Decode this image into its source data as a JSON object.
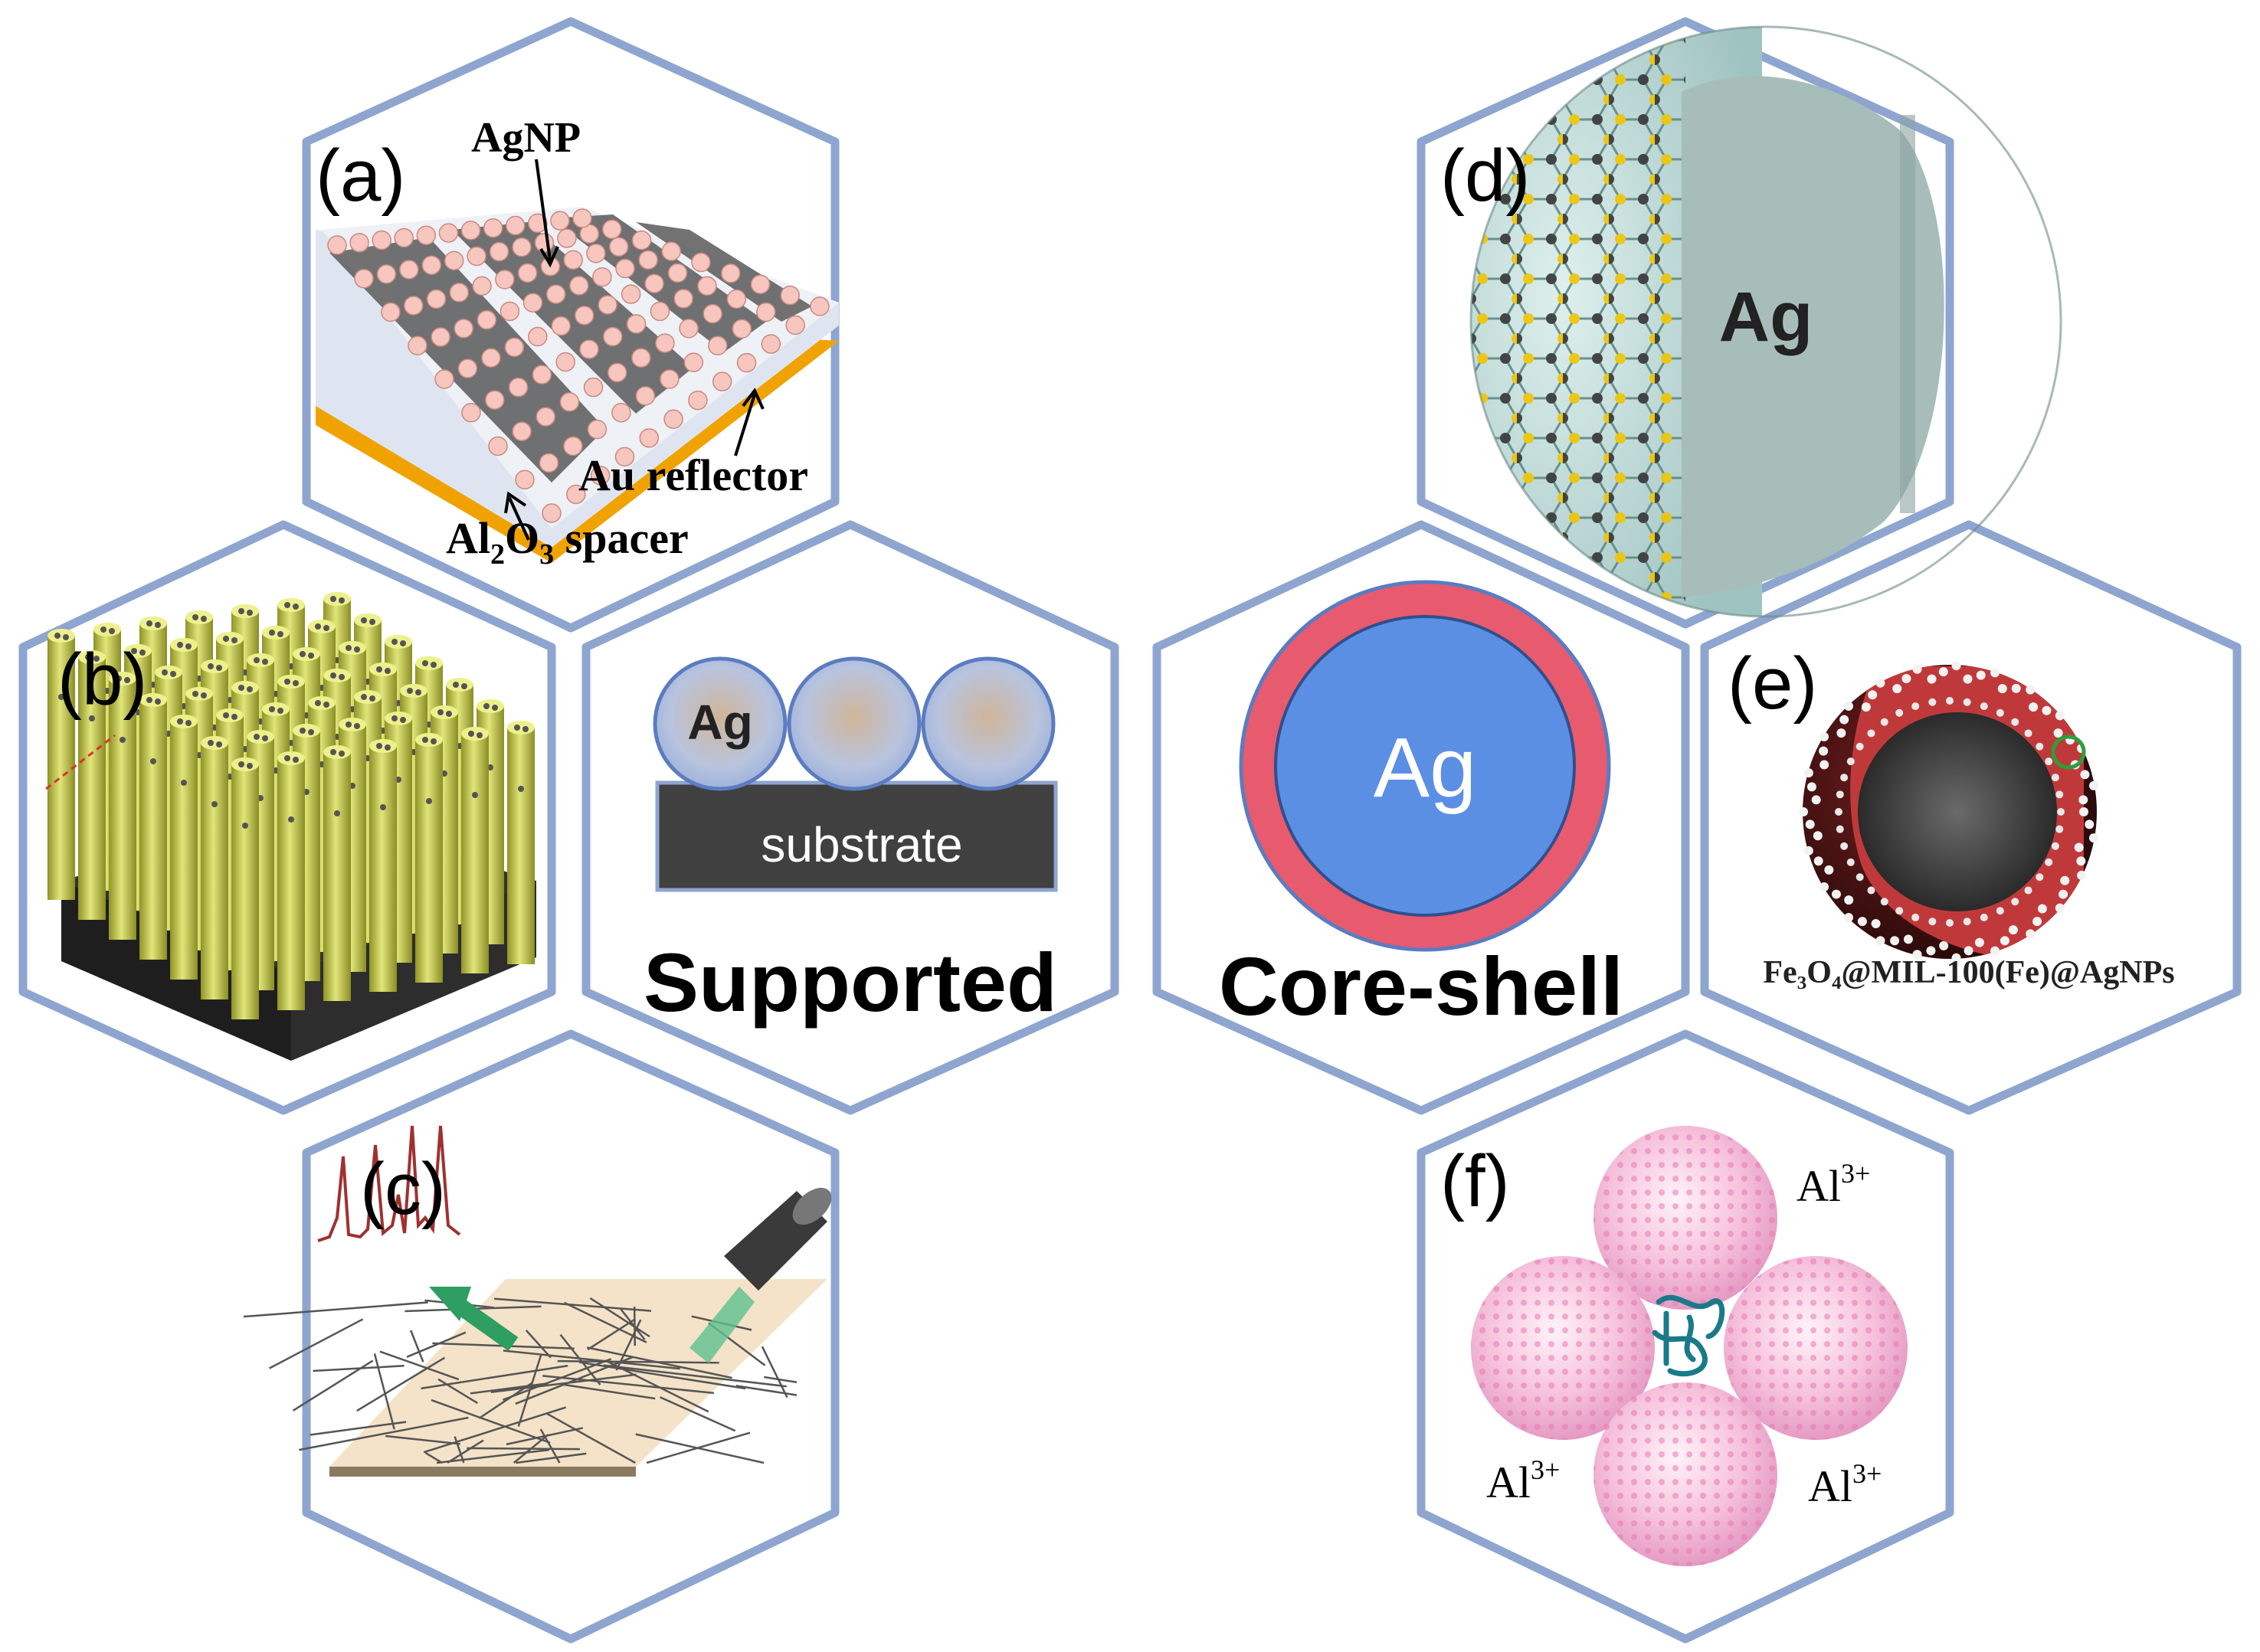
{
  "panels": {
    "a": {
      "tag": "(a)",
      "label_agnp": "AgNP",
      "label_au": "Au reflector",
      "label_spacer_al": "Al",
      "label_spacer_sub2": "2",
      "label_spacer_o": "O",
      "label_spacer_sub3": "3",
      "label_spacer_rest": " spacer"
    },
    "b": {
      "tag": "(b)"
    },
    "c": {
      "tag": "(c)"
    },
    "d": {
      "tag": "(d)",
      "core_label": "Ag"
    },
    "e": {
      "tag": "(e)",
      "caption": "Fe₃O₄@MIL-100(Fe)@AgNPs"
    },
    "f": {
      "tag": "(f)",
      "ion_base": "Al",
      "ion_charge": "3+"
    }
  },
  "supported": {
    "particle_label": "Ag",
    "substrate_label": "substrate",
    "title": "Supported"
  },
  "core_shell": {
    "core_label": "Ag",
    "title": "Core-shell"
  },
  "colors": {
    "hex_border": "#8ea5cf",
    "gold": "#f0a300",
    "shell_red": "#e85a6d",
    "core_blue": "#5b8fe3",
    "substrate": "#404040",
    "rod": "#d8dc6a",
    "sphere_pink": "#f4b3d3",
    "mof_red": "#b83a3a",
    "green_arrow": "#2e9e62"
  }
}
